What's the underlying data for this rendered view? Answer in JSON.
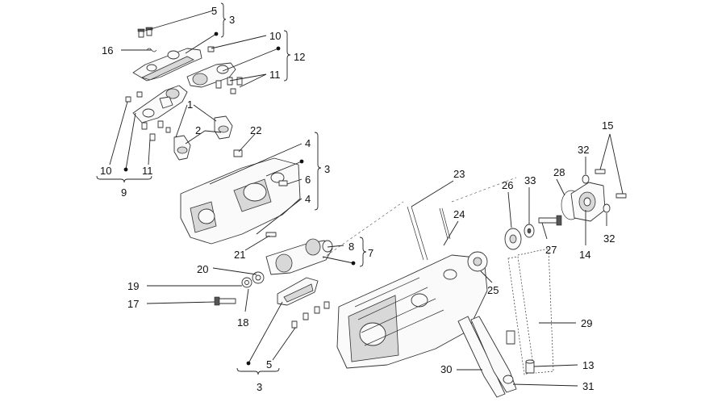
{
  "callouts": {
    "c1": "1",
    "c2": "2",
    "c3_top": "3",
    "c3_mid": "3",
    "c3_bottom": "3",
    "c4_a": "4",
    "c4_b": "4",
    "c5_top": "5",
    "c5_bottom": "5",
    "c6": "6",
    "c7": "7",
    "c8": "8",
    "c9": "9",
    "c10_top": "10",
    "c10_left": "10",
    "c11_right": "11",
    "c11_left": "11",
    "c12": "12",
    "c13": "13",
    "c14": "14",
    "c15": "15",
    "c16": "16",
    "c17": "17",
    "c18": "18",
    "c19": "19",
    "c20": "20",
    "c21": "21",
    "c22": "22",
    "c23": "23",
    "c24": "24",
    "c25": "25",
    "c26": "26",
    "c27": "27",
    "c28": "28",
    "c29": "29",
    "c30": "30",
    "c31": "31",
    "c32_top": "32",
    "c32_bottom": "32",
    "c33": "33"
  }
}
